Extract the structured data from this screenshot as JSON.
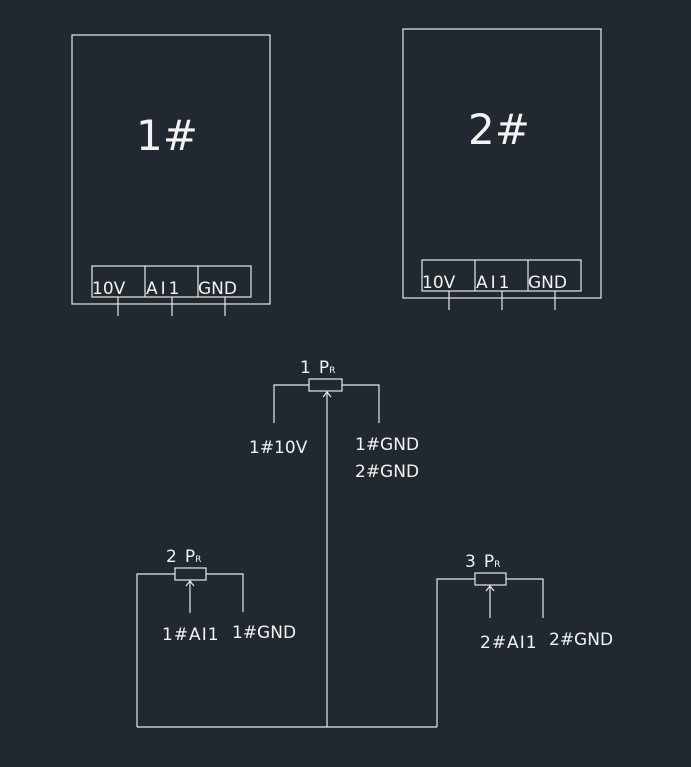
{
  "drives": [
    {
      "title": "1#",
      "terminals": [
        "10V",
        "AI1",
        "GND"
      ]
    },
    {
      "title": "2#",
      "terminals": [
        "10V",
        "AI1",
        "GND"
      ]
    }
  ],
  "pots": [
    {
      "num": "1",
      "symbol": "P",
      "sub": "R",
      "left": [
        "1#10V"
      ],
      "right": [
        "1#GND",
        "2#GND"
      ]
    },
    {
      "num": "2",
      "symbol": "P",
      "sub": "R",
      "wiper": "1#AI1",
      "right": "1#GND"
    },
    {
      "num": "3",
      "symbol": "P",
      "sub": "R",
      "wiper": "2#AI1",
      "right": "2#GND"
    }
  ],
  "colors": {
    "background": "#212830",
    "line": "#e8e8e8"
  }
}
